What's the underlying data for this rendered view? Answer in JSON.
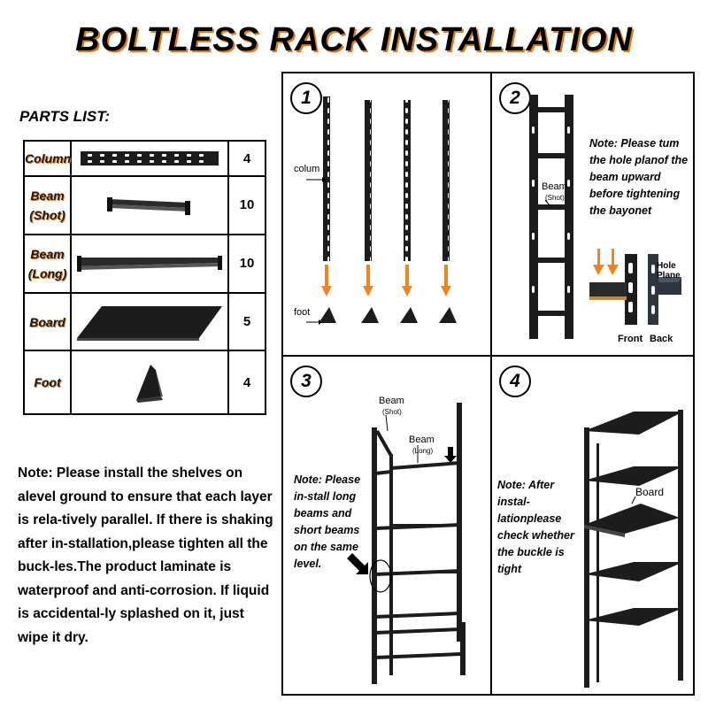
{
  "title": "BOLTLESS RACK INSTALLATION",
  "parts_heading": "PARTS LIST:",
  "parts": [
    {
      "name": "Column",
      "qty": "4",
      "icon": "column-icon"
    },
    {
      "name": "Beam (Shot)",
      "qty": "10",
      "icon": "short-beam-icon"
    },
    {
      "name": "Beam (Long)",
      "qty": "10",
      "icon": "long-beam-icon"
    },
    {
      "name": "Board",
      "qty": "5",
      "icon": "board-icon"
    },
    {
      "name": "Foot",
      "qty": "4",
      "icon": "foot-icon"
    }
  ],
  "note_left": "Note: Please install the shelves on alevel ground to ensure that each layer is rela-tively parallel. If there is shaking after in-stallation,please tighten all the buck-les.The product laminate is waterproof and anti-corrosion. If liquid is accidental-ly splashed on it, just wipe it dry.",
  "steps": [
    {
      "number": "1",
      "labels": {
        "column": "colum",
        "foot": "foot"
      }
    },
    {
      "number": "2",
      "note": "Note: Please tum the hole planof the beam upward before tightening the bayonet",
      "labels": {
        "beam": "Beam",
        "beam_sub": "(Shot)",
        "hole_plane": "Hole Plane",
        "front": "Front",
        "back": "Back"
      }
    },
    {
      "number": "3",
      "note": "Note: Please in-stall long beams and short beams on the same level.",
      "labels": {
        "beam_short": "Beam",
        "beam_short_sub": "(Shot)",
        "beam_long": "Beam",
        "beam_long_sub": "(Long)"
      }
    },
    {
      "number": "4",
      "note": "Note: After instal-lationplease check whether the buckle is tight",
      "labels": {
        "board": "Board"
      }
    }
  ],
  "colors": {
    "accent": "#e07a1f",
    "arrow": "#f0851c",
    "ink": "#000000",
    "metal": "#1c1c1c"
  }
}
